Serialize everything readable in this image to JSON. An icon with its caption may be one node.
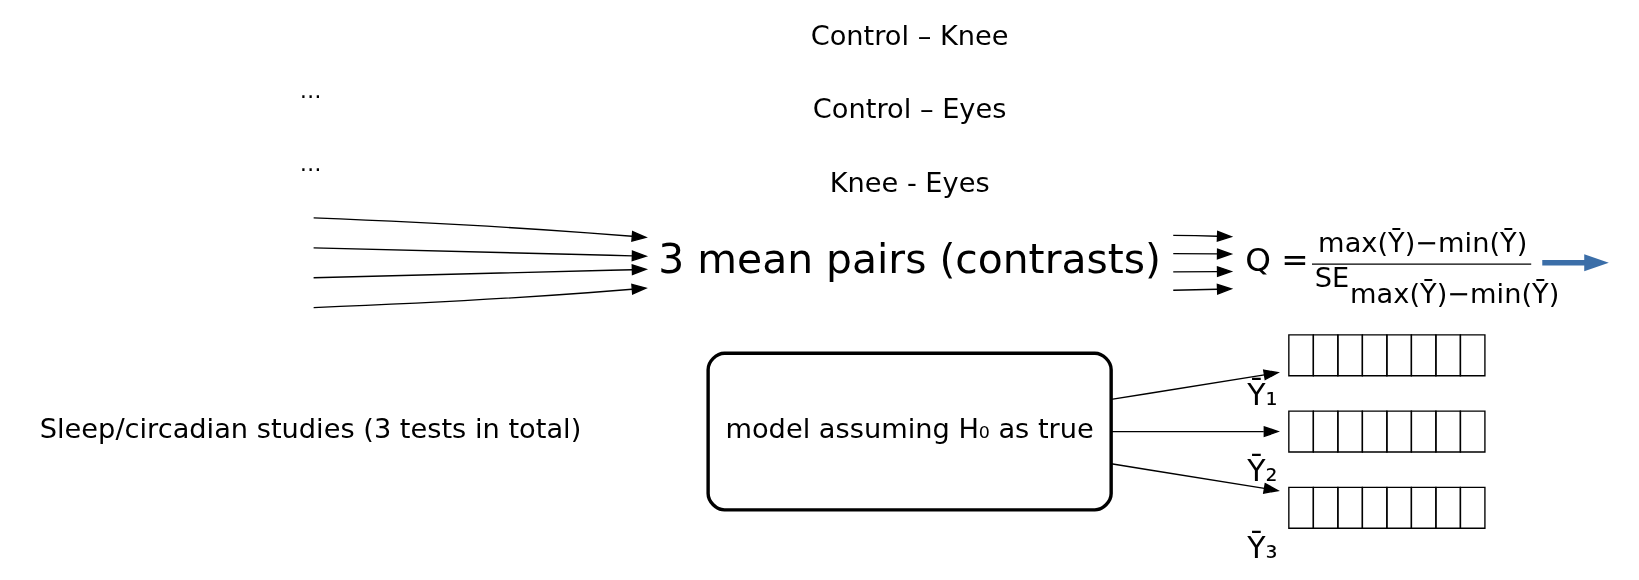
{
  "diagram": {
    "nodes": [
      {
        "text": [
          "model assuming H₀ as true"
        ]
      },
      {
        "text": [],
        "shape": "box",
        "beside": [
          "Ȳ₁"
        ]
      },
      {
        "text": [],
        "shape": "box",
        "beside": [
          "Ȳ₂"
        ]
      },
      {
        "text": [],
        "shape": "box",
        "beside": [
          "Ȳ₃"
        ]
      },
      {
        "text": [
          "3 mean pairs (contrasts)"
        ]
      },
      {
        "text": [
          "Q =",
          "max(Ȳ)−min(Ȳ)",
          "SE",
          "max(Ȳ)−min(Ȳ)"
        ]
      }
    ],
    "edges": [
      {
        "from": 0,
        "to": 1,
        "arrow": "to"
      },
      {
        "from": 0,
        "to": 2,
        "arrow": "to"
      },
      {
        "from": 0,
        "to": 3,
        "arrow": "to"
      },
      {
        "from": null,
        "to": 4,
        "arrow": "to"
      },
      {
        "from": null,
        "to": 4,
        "arrow": "to"
      },
      {
        "from": null,
        "to": 4,
        "arrow": "to"
      },
      {
        "from": null,
        "to": 4,
        "arrow": "to"
      },
      {
        "from": 4,
        "to": 5,
        "arrow": "to"
      },
      {
        "from": 4,
        "to": 5,
        "arrow": "to"
      },
      {
        "from": 4,
        "to": 5,
        "arrow": "to"
      },
      {
        "from": 4,
        "to": 5,
        "arrow": "to"
      },
      {
        "from": 5,
        "to": null,
        "arrow": "to",
        "style": "thick",
        "color": "#3b6ea8"
      }
    ],
    "labels": [
      "Sleep/circadian studies (3 tests in total)",
      "…",
      "Control – Knee",
      "Control – Eyes",
      "Knee - Eyes",
      "…"
    ]
  }
}
